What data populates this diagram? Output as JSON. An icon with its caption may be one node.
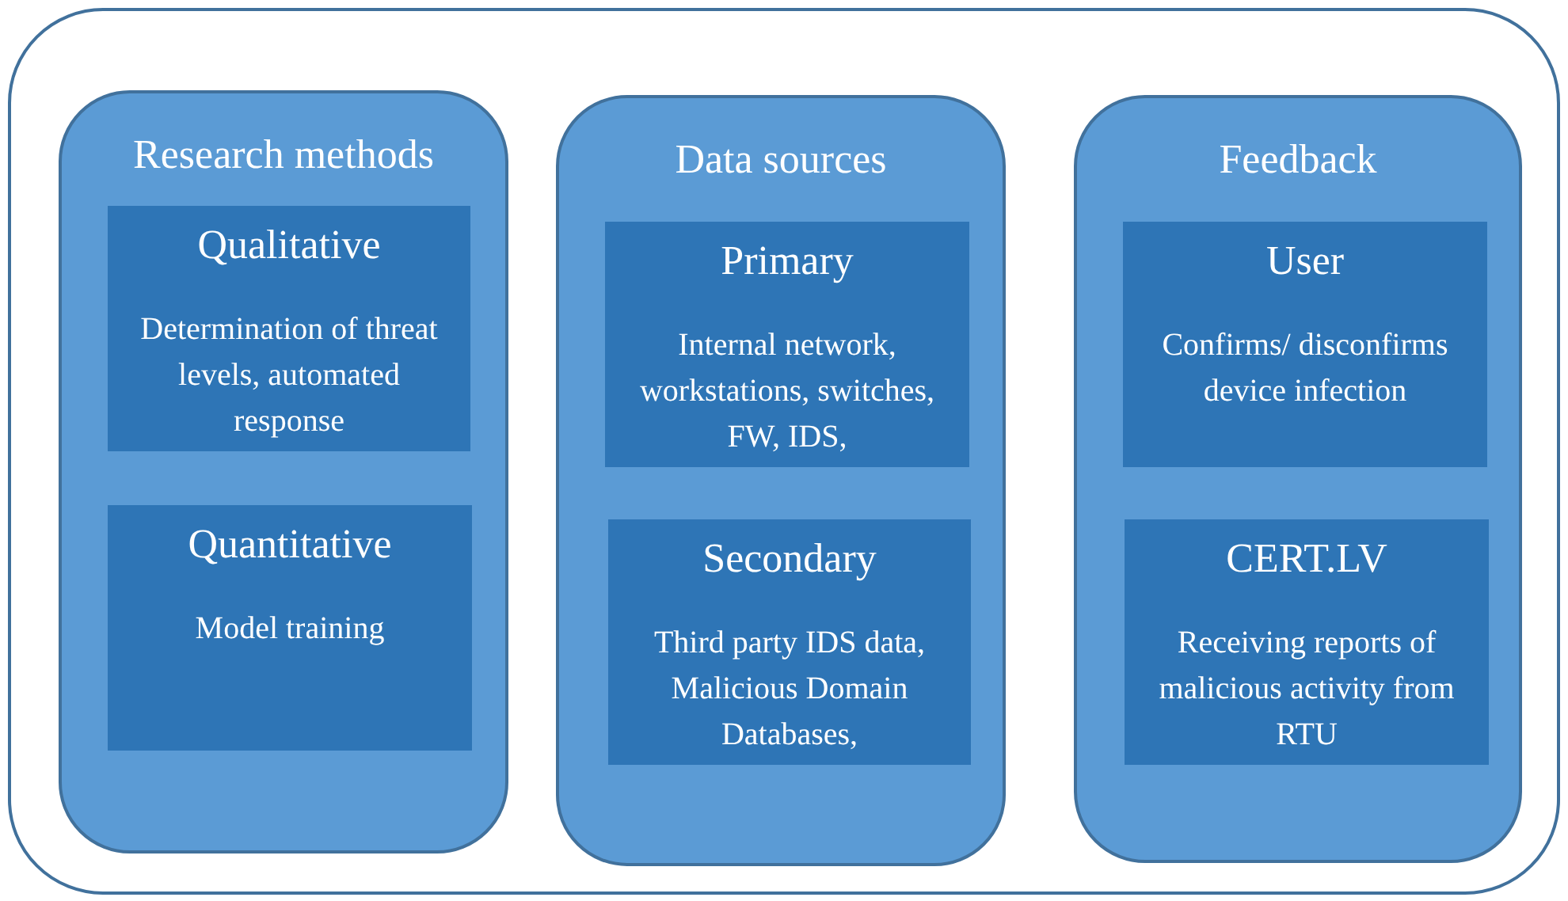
{
  "diagram": {
    "nodes": [
      {
        "text": [],
        "shape": "box"
      },
      {
        "text": [
          "Research methods"
        ],
        "in": 0
      },
      {
        "text": [
          "Qualitative",
          "Determination of threat levels, automated response"
        ],
        "in": 1
      },
      {
        "text": [
          "Quantitative",
          "Model training"
        ],
        "in": 1
      },
      {
        "text": [
          "Data sources"
        ],
        "in": 0
      },
      {
        "text": [
          "Primary",
          "Internal network, workstations, switches, FW, IDS,"
        ],
        "in": 4
      },
      {
        "text": [
          "Secondary",
          "Third party IDS data, Malicious Domain Databases,"
        ],
        "in": 4
      },
      {
        "text": [
          "Feedback"
        ],
        "in": 0
      },
      {
        "text": [
          "User",
          "Confirms/ disconfirms device infection"
        ],
        "in": 7
      },
      {
        "text": [
          "CERT.LV",
          "Receiving reports of malicious activity from RTU"
        ],
        "in": 7
      }
    ]
  }
}
